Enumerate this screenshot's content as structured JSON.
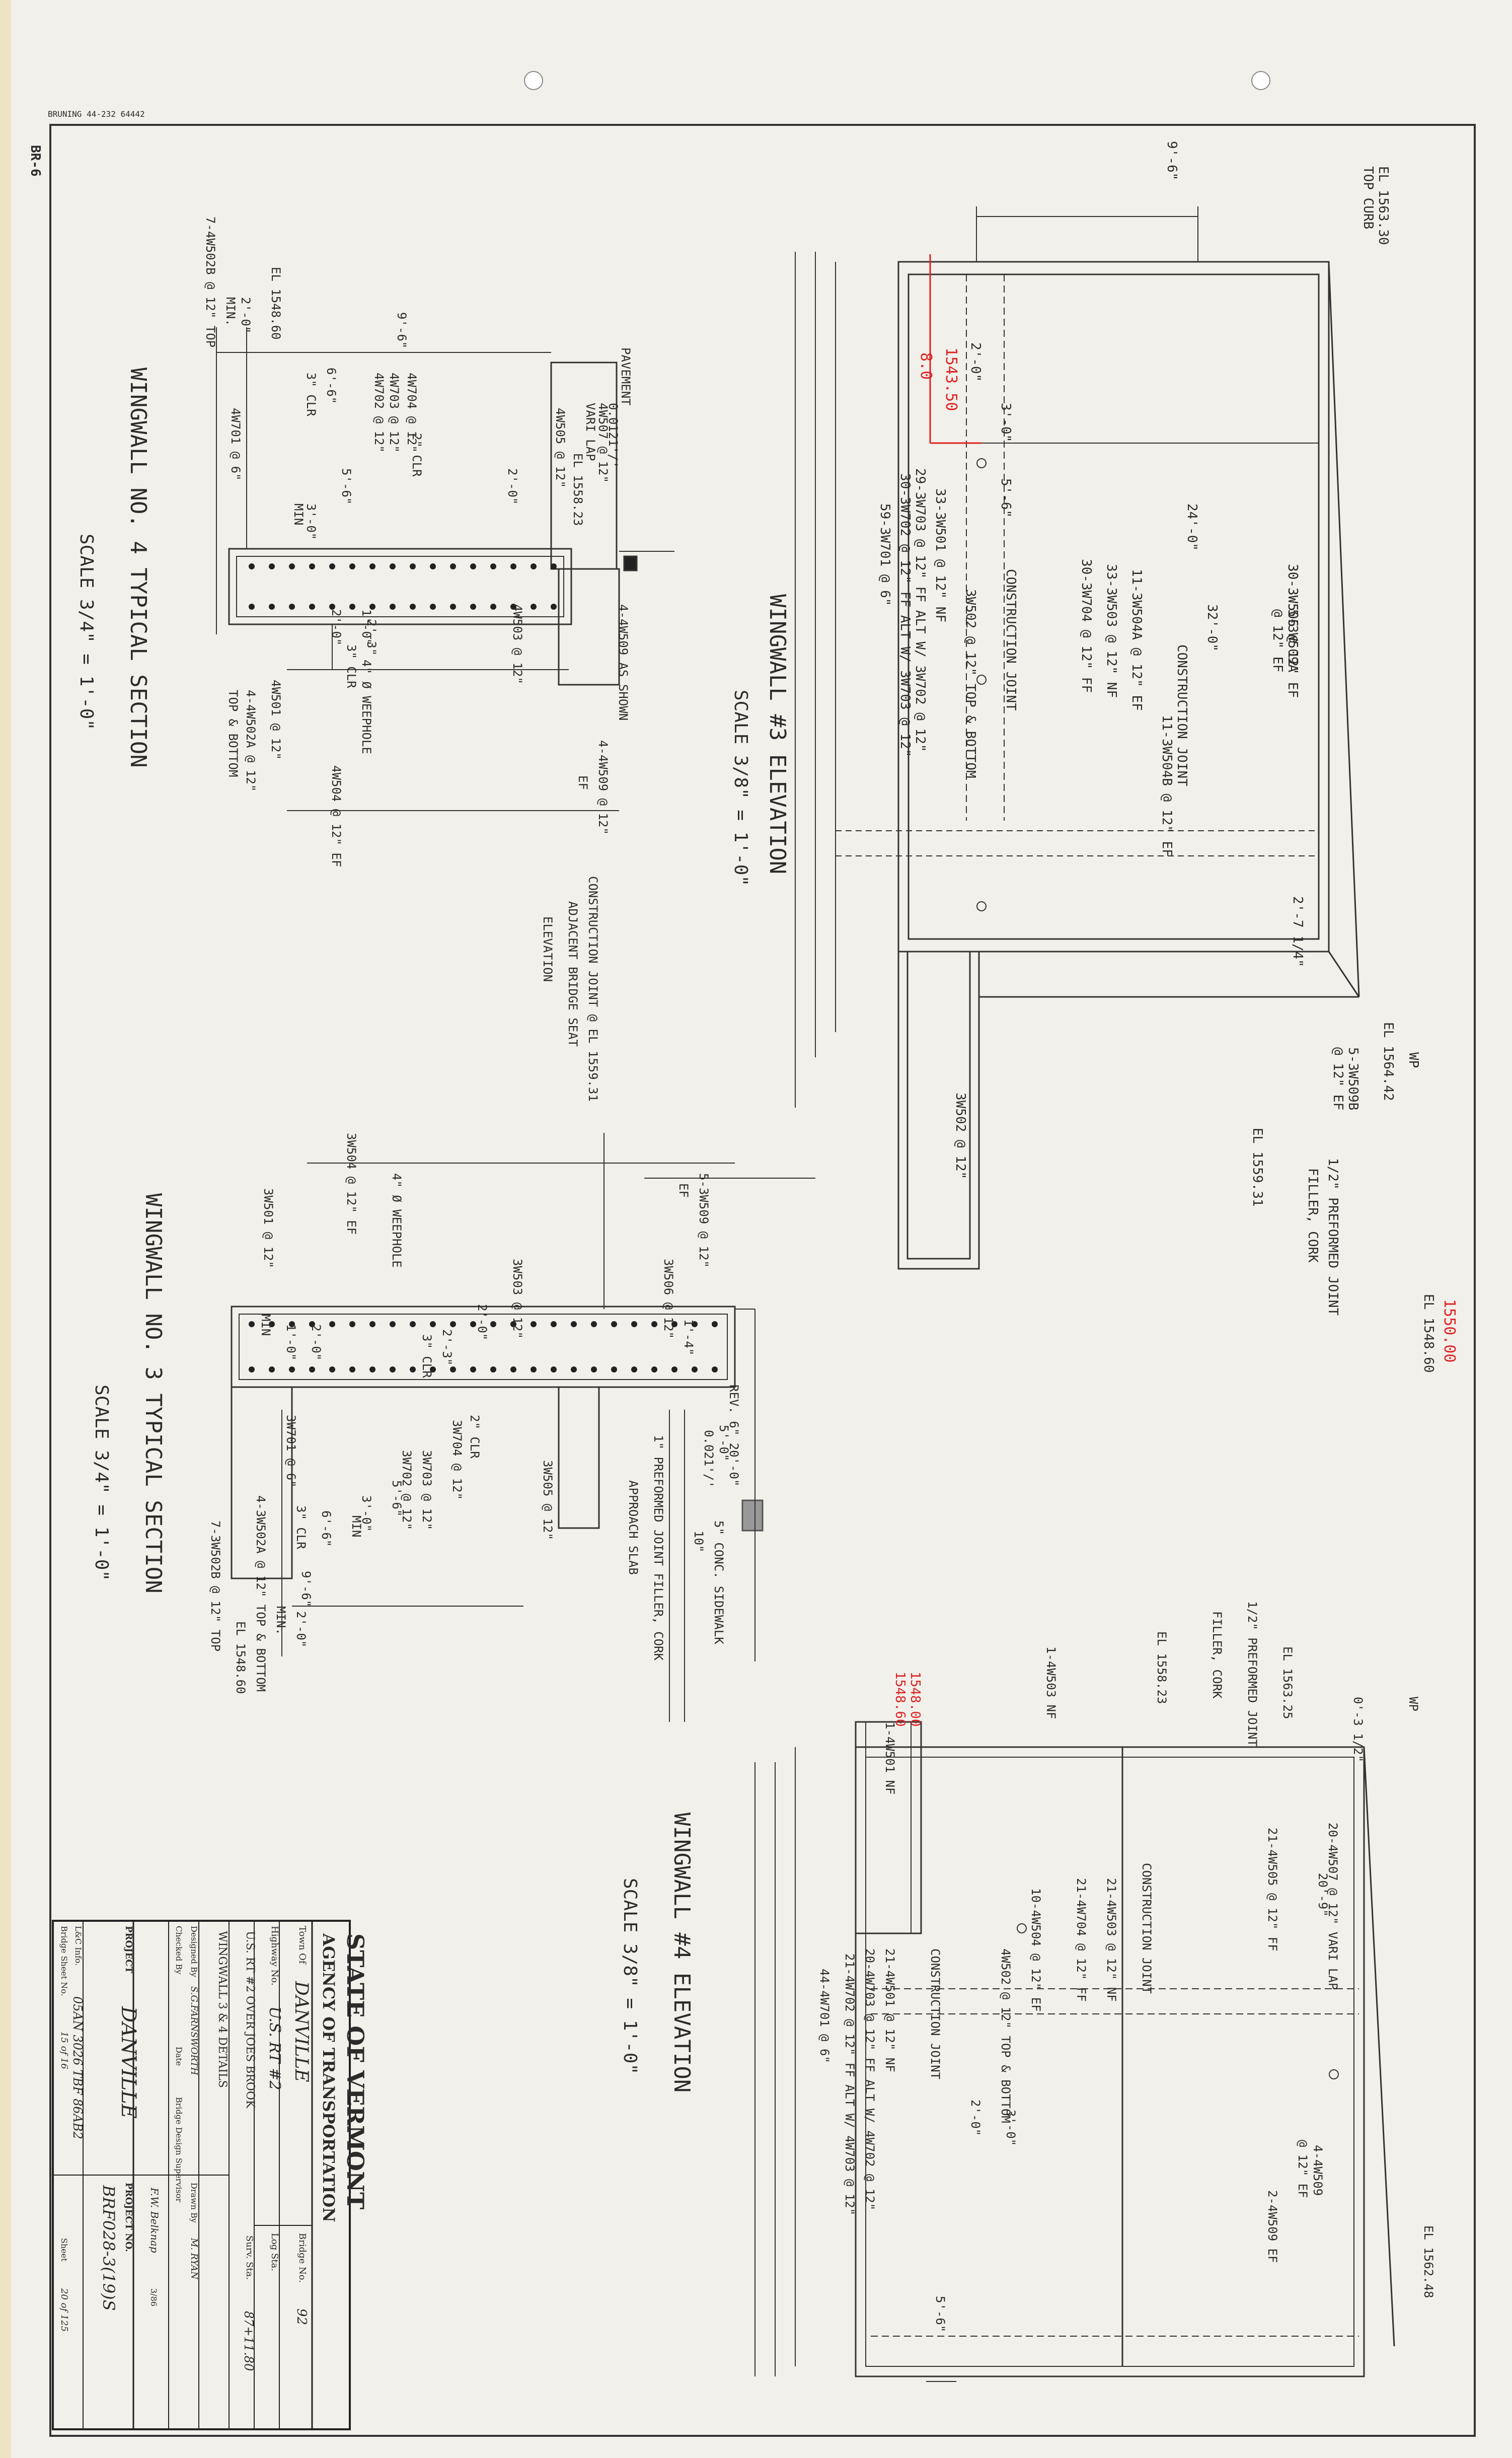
{
  "sheet_header": {
    "paper_code": "BRUNING 44-232 64442",
    "side_mark": "BR-6"
  },
  "wingwall3_elevation": {
    "title": "WINGWALL #3 ELEVATION",
    "scale": "SCALE 3/8\" = 1'-0\"",
    "labels": [
      "EL 1563.30",
      "TOP CURB",
      "9'-6\"",
      "32'-0\"",
      "24'-0\"",
      "5-3W509A",
      "@ 12\" EF",
      "30-3W506 @ 12\"",
      "30-3W505 @ 12\" EF",
      "CONSTRUCTION JOINT",
      "11-3W504B @ 12\" EF",
      "11-3W504A @ 12\" EF",
      "33-3W503 @ 12\" NF",
      "30-3W704 @ 12\" FF",
      "CONSTRUCTION JOINT",
      "3W502 @ 12\" TOP & BOTTOM",
      "33-3W501 @ 12\" NF",
      "29-3W703 @ 12\" FF ALT W/ 3W702 @ 12\"",
      "30-3W702 @ 12\" FF ALT W/ 3W703 @ 12\"",
      "59-3W701 @ 6\"",
      "2'-0\"",
      "3'-0\"",
      "5'-6\"",
      "2'-7 1/4\"",
      "EL 1564.42",
      "WP",
      "5-3W509B",
      "@ 12\" EF",
      "EL 1559.31",
      "1/2\" PREFORMED JOINT",
      "FILLER, CORK",
      "3W502 @ 12\"",
      "EL 1548.60"
    ],
    "red_markup": [
      "1543.50",
      "8.0",
      "1550.00"
    ]
  },
  "wingwall4_section": {
    "title": "WINGWALL NO. 4 TYPICAL SECTION",
    "scale": "SCALE 3/4\" = 1'-0\"",
    "labels": [
      "PAVEMENT",
      "0.0121'/'",
      "4W507 @ 12\"",
      "VARI LAP",
      "4W505 @ 12\"",
      "EL 1558.23",
      "2'-0\"",
      "4W704 @ 12\"",
      "4W703 @ 12\"",
      "4W702 @ 12\"",
      "2\" CLR",
      "9'-6\"",
      "EL 1548.60",
      "2'-0\"",
      "MIN.",
      "7-4W502B @ 12\" TOP",
      "4W701 @ 6\"",
      "6'-6\"",
      "3\" CLR",
      "5'-6\"",
      "3'-0\"",
      "MIN",
      "1'-0\"",
      "2'-0\"",
      "2'-3\"",
      "3\" CLR",
      "4W503 @ 12\"",
      "4-4W509 AS SHOWN",
      "4-4W509 @ 12\"",
      "EF",
      "4W501 @ 12\"",
      "4-4W502A @ 12\"",
      "TOP & BOTTOM",
      "4\" Ø WEEPHOLE",
      "4W504 @ 12\" EF"
    ]
  },
  "wingwall3_section": {
    "title": "WINGWALL NO. 3 TYPICAL SECTION",
    "scale": "SCALE 3/4\" = 1'-0\"",
    "labels": [
      "CONSTRUCTION JOINT @ EL 1559.31",
      "ADJACENT BRIDGE SEAT",
      "ELEVATION",
      "3W504 @ 12\" EF",
      "5-3W509 @ 12\"",
      "EF",
      "4\" Ø WEEPHOLE",
      "3W506 @ 12\"",
      "3W503 @ 12\"",
      "2'-0\"",
      "2'-3\"",
      "3\" CLR",
      "3W501 @ 12\"",
      "MIN",
      "1'-0\"",
      "2'-0\"",
      "1'-4\"",
      "REV. 6\" 20'-0\"",
      "5'-0\"",
      "0.021'/'",
      "1\" PREFORMED JOINT FILLER, CORK",
      "5\" CONC. SIDEWALK",
      "10\"",
      "3W505 @ 12\"",
      "APPROACH SLAB",
      "2\" CLR",
      "3W704 @ 12\"",
      "3W703 @ 12\"",
      "3W702 @ 12\"",
      "5'-6\"",
      "3'-0\"",
      "MIN",
      "6'-6\"",
      "3\" CLR",
      "3W701 @ 6\"",
      "4-3W502A @ 12\" TOP & BOTTOM",
      "7-3W502B @ 12\" TOP",
      "9'-6\"",
      "2'-0\"",
      "MIN.",
      "EL 1548.60"
    ]
  },
  "wingwall4_elevation": {
    "title": "WINGWALL #4 ELEVATION",
    "scale": "SCALE 3/8\" = 1'-0\"",
    "labels": [
      "1/2\" PREFORMED JOINT",
      "FILLER, CORK",
      "EL 1558.23",
      "EL 1563.25",
      "WP",
      "0'-3 1/2\"",
      "1-4W503 NF",
      "1-4W501 NF",
      "20'-9\"",
      "20-4W507 @ 12\" VARI LAP",
      "21-4W505 @ 12\" FF",
      "CONSTRUCTION JOINT",
      "21-4W503 @ 12\" NF",
      "21-4W704 @ 12\" FF",
      "10-4W504 @ 12\" EF",
      "4W502 @ 12\" TOP & BOTTOM",
      "CONSTRUCTION JOINT",
      "21-4W501 @ 12\" NF",
      "20-4W703 @ 12\" FF ALT W/ 4W702 @ 12\"",
      "21-4W702 @ 12\" FF ALT W/ 4W703 @ 12\"",
      "44-4W701 @ 6\"",
      "4-4W509",
      "@ 12\" EF",
      "2-4W509 EF",
      "3'-0\"",
      "2'-0\"",
      "5'-6\"",
      "EL 1562.48"
    ],
    "red_markup": [
      "1548.00",
      "1548.60"
    ]
  },
  "title_block": {
    "state": "STATE OF VERMONT",
    "agency": "AGENCY OF TRANSPORTATION",
    "town_label": "Town Of",
    "town": "DANVILLE",
    "bridge_no_label": "Bridge No.",
    "bridge_no": "92",
    "highway_label": "Highway No.",
    "highway": "U.S. RT #2",
    "log_sta_label": "Log Sta.",
    "surv_sta_label": "Surv. Sta.",
    "surv_sta": "87+11.80",
    "crossing": "U.S. RT #2 OVER JOES BROOK",
    "drawing": "WINGWALL 3 & 4 DETAILS",
    "designed_label": "Designed By",
    "designed_by": "S.G.FARNSWORTH",
    "drawn_label": "Drawn By",
    "drawn_by": "M. RYAN",
    "checked_label": "Checked By",
    "date_label": "Date",
    "supervisor_label": "Bridge Design Supervisor",
    "supervisor": "F.W. Belknap",
    "super_date": "3/86",
    "project_label": "PROJECT",
    "project": "DANVILLE",
    "project_no_label": "PROJECT NO.",
    "project_no": "BRF028-3(19)S",
    "ligc_label": "L&C Info.",
    "ligc": "05AN 3026 TBF 86AB2",
    "bridge_sheet_label": "Bridge Sheet No.",
    "bridge_sheet": "15 of 16",
    "sheet_label": "Sheet",
    "sheet": "20 of 125"
  }
}
